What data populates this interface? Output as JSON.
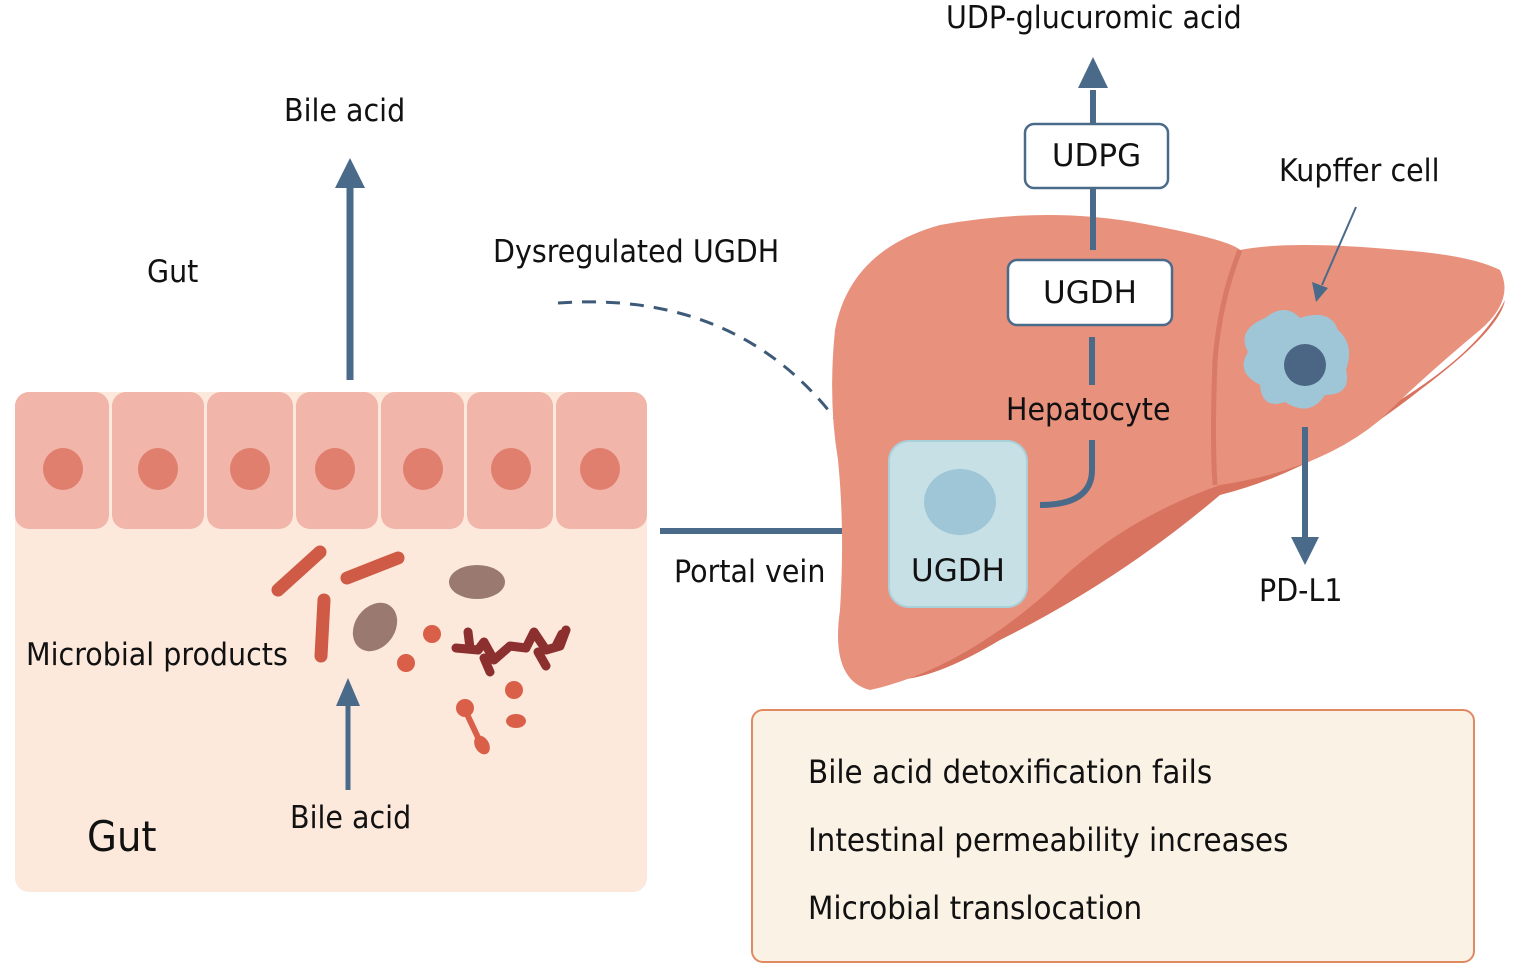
{
  "gut_section": {
    "top_label": "Gut",
    "bottom_label": "Gut",
    "microbial_label": "Microbial products",
    "bile_acid_top": "Bile acid",
    "bile_acid_bottom": "Bile acid",
    "epithelial_cell_count": 7
  },
  "flow": {
    "dysregulated_label": "Dysregulated UGDH",
    "portal_vein_label": "Portal vein"
  },
  "liver_section": {
    "product_label": "UDP-glucuromic acid",
    "udpg_box": "UDPG",
    "ugdh_box": "UGDH",
    "hepatocyte_label": "Hepatocyte",
    "hepatocyte_cell_label": "UGDH",
    "kupffer_label": "Kupffer cell",
    "pdl1_label": "PD-L1"
  },
  "summary": {
    "items": [
      "Bile acid detoxification fails",
      "Intestinal permeability increases",
      "Microbial translocation"
    ]
  },
  "colors": {
    "arrow": "#4a6a8a",
    "gut_bg": "#fce9dc",
    "epithelium": "#f2b5aa",
    "nucleus": "#e07f6e",
    "liver": "#e8917d",
    "cell": "#c7e0e6",
    "summary_border": "#e08a62"
  }
}
